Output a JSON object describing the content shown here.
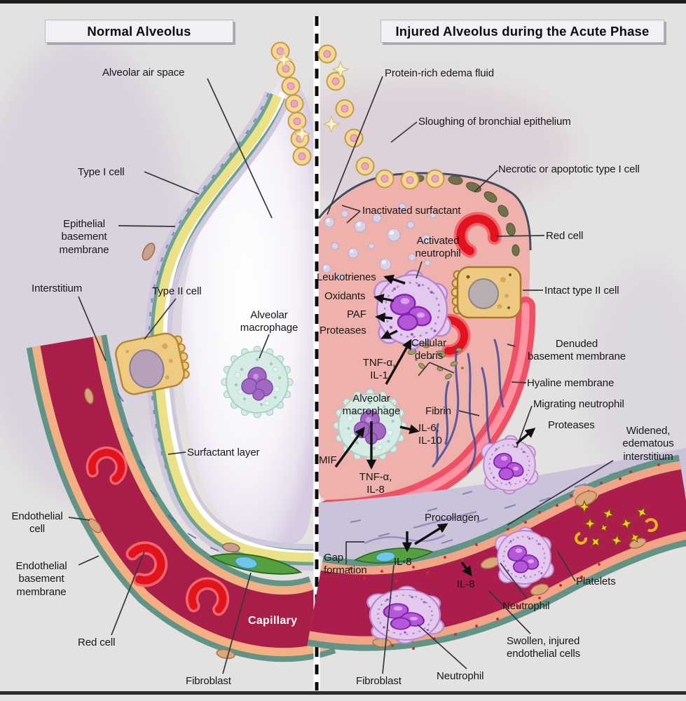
{
  "panels": {
    "left_title": "Normal Alveolus",
    "right_title": "Injured Alveolus during the Acute Phase"
  },
  "labels": [
    {
      "id": "alveolar-air-space",
      "text": "Alveolar air space"
    },
    {
      "id": "type-i-cell",
      "text": "Type I cell"
    },
    {
      "id": "epithelial-basement-membrane",
      "text": "Epithelial\nbasement\nmembrane"
    },
    {
      "id": "interstitium",
      "text": "Interstitium"
    },
    {
      "id": "type-ii-cell",
      "text": "Type II cell"
    },
    {
      "id": "alveolar-macrophage-left",
      "text": "Alveolar\nmacrophage"
    },
    {
      "id": "surfactant-layer",
      "text": "Surfactant layer"
    },
    {
      "id": "endothelial-cell",
      "text": "Endothelial\ncell"
    },
    {
      "id": "endothelial-basement-membrane",
      "text": "Endothelial\nbasement\nmembrane"
    },
    {
      "id": "red-cell-left",
      "text": "Red cell"
    },
    {
      "id": "capillary",
      "text": "Capillary"
    },
    {
      "id": "fibroblast-left",
      "text": "Fibroblast"
    },
    {
      "id": "protein-rich-edema-fluid",
      "text": "Protein-rich edema fluid"
    },
    {
      "id": "sloughing-of-bronchial-epithelium",
      "text": "Sloughing of bronchial epithelium"
    },
    {
      "id": "necrotic-or-apoptotic-type-i-cell",
      "text": "Necrotic or apoptotic type I cell"
    },
    {
      "id": "inactivated-surfactant",
      "text": "Inactivated surfactant"
    },
    {
      "id": "activated-neutrophil",
      "text": "Activated\nneutrophil"
    },
    {
      "id": "red-cell-right",
      "text": "Red cell"
    },
    {
      "id": "leukotrienes",
      "text": "Leukotrienes"
    },
    {
      "id": "intact-type-ii-cell",
      "text": "Intact type II cell"
    },
    {
      "id": "oxidants",
      "text": "Oxidants"
    },
    {
      "id": "paf",
      "text": "PAF"
    },
    {
      "id": "proteases-neutrophil",
      "text": "Proteases"
    },
    {
      "id": "cellular-debris",
      "text": "Cellular\ndebris"
    },
    {
      "id": "denuded-basement-membrane",
      "text": "Denuded\nbasement membrane"
    },
    {
      "id": "tnf-alpha-il-1",
      "text": "TNF-α,\nIL-1"
    },
    {
      "id": "hyaline-membrane",
      "text": "Hyaline membrane"
    },
    {
      "id": "alveolar-macrophage-right",
      "text": "Alveolar\nmacrophage"
    },
    {
      "id": "fibrin",
      "text": "Fibrin"
    },
    {
      "id": "migrating-neutrophil",
      "text": "Migrating neutrophil"
    },
    {
      "id": "proteases-migrating",
      "text": "Proteases"
    },
    {
      "id": "widened-edematous-interstitium",
      "text": "Widened,\nedematous\ninterstitium"
    },
    {
      "id": "il-6-il-10",
      "text": "IL-6,\nIL-10"
    },
    {
      "id": "mif",
      "text": "MIF"
    },
    {
      "id": "tnf-alpha-il-8",
      "text": "TNF-α,\nIL-8"
    },
    {
      "id": "procollagen",
      "text": "Procollagen"
    },
    {
      "id": "gap-formation",
      "text": "Gap\nformation"
    },
    {
      "id": "il-8-fibroblast",
      "text": "IL-8"
    },
    {
      "id": "il-8-capillary",
      "text": "IL-8"
    },
    {
      "id": "platelets",
      "text": "Platelets"
    },
    {
      "id": "neutrophil-marginating",
      "text": "Neutrophil"
    },
    {
      "id": "swollen-injured-endothelial-cells",
      "text": "Swollen, injured\nendothelial cells"
    },
    {
      "id": "fibroblast-right",
      "text": "Fibroblast"
    },
    {
      "id": "neutrophil-capillary",
      "text": "Neutrophil"
    }
  ],
  "colors": {
    "background": "#e3e2e0",
    "title_box": "#f2f0f5",
    "label_text": "#17171a",
    "membrane_teal": "#5f9487",
    "epithelium_yellow": "#ebe186",
    "capillary_lumen": "#a81e49",
    "endothelium_salmon": "#f3b183",
    "red_cell": "#e2131c",
    "edema_pink": "#efb1ab",
    "neutrophil_purple": "#b557d8",
    "macrophage_cyan": "#d7ebe5",
    "fibroblast_green": "#55a13f",
    "platelet_yellow": "#f6cf1b",
    "hyaline_red": "#ee5066",
    "interstitium_lavender": "#cbc3d9"
  }
}
